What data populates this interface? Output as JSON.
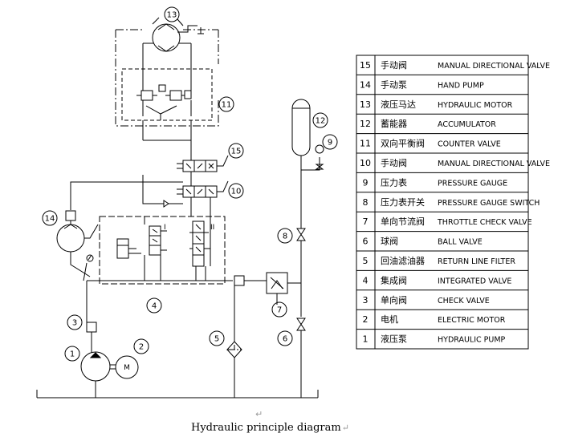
{
  "legend": [
    {
      "no": "15",
      "cn": "手动阀",
      "en": "MANUAL DIRECTIONAL VALVE"
    },
    {
      "no": "14",
      "cn": "手动泵",
      "en": "HAND PUMP"
    },
    {
      "no": "13",
      "cn": "液压马达",
      "en": "HYDRAULIC MOTOR"
    },
    {
      "no": "12",
      "cn": "蓄能器",
      "en": "ACCUMULATOR"
    },
    {
      "no": "11",
      "cn": "双向平衡阀",
      "en": "COUNTER VALVE"
    },
    {
      "no": "10",
      "cn": "手动阀",
      "en": "MANUAL DIRECTIONAL VALVE"
    },
    {
      "no": "9",
      "cn": "压力表",
      "en": "PRESSURE GAUGE"
    },
    {
      "no": "8",
      "cn": "压力表开关",
      "en": "PRESSURE GAUGE SWITCH"
    },
    {
      "no": "7",
      "cn": "单向节流阀",
      "en": "THROTTLE CHECK VALVE"
    },
    {
      "no": "6",
      "cn": "球阀",
      "en": "BALL VALVE"
    },
    {
      "no": "5",
      "cn": "回油滤油器",
      "en": "RETURN LINE FILTER"
    },
    {
      "no": "4",
      "cn": "集成阀",
      "en": "INTEGRATED VALVE"
    },
    {
      "no": "3",
      "cn": "单向阀",
      "en": "CHECK VALVE"
    },
    {
      "no": "2",
      "cn": "电机",
      "en": "ELECTRIC MOTOR"
    },
    {
      "no": "1",
      "cn": "液压泵",
      "en": "HYDRAULIC PUMP"
    }
  ],
  "callouts": [
    "13",
    "11",
    "15",
    "10",
    "14",
    "12",
    "9",
    "8",
    "7",
    "6",
    "5",
    "4",
    "3",
    "2",
    "1"
  ],
  "valve_block_labels": [
    "I",
    "II"
  ],
  "motor_symbol": "M",
  "caption": "Hydraulic principle diagram"
}
